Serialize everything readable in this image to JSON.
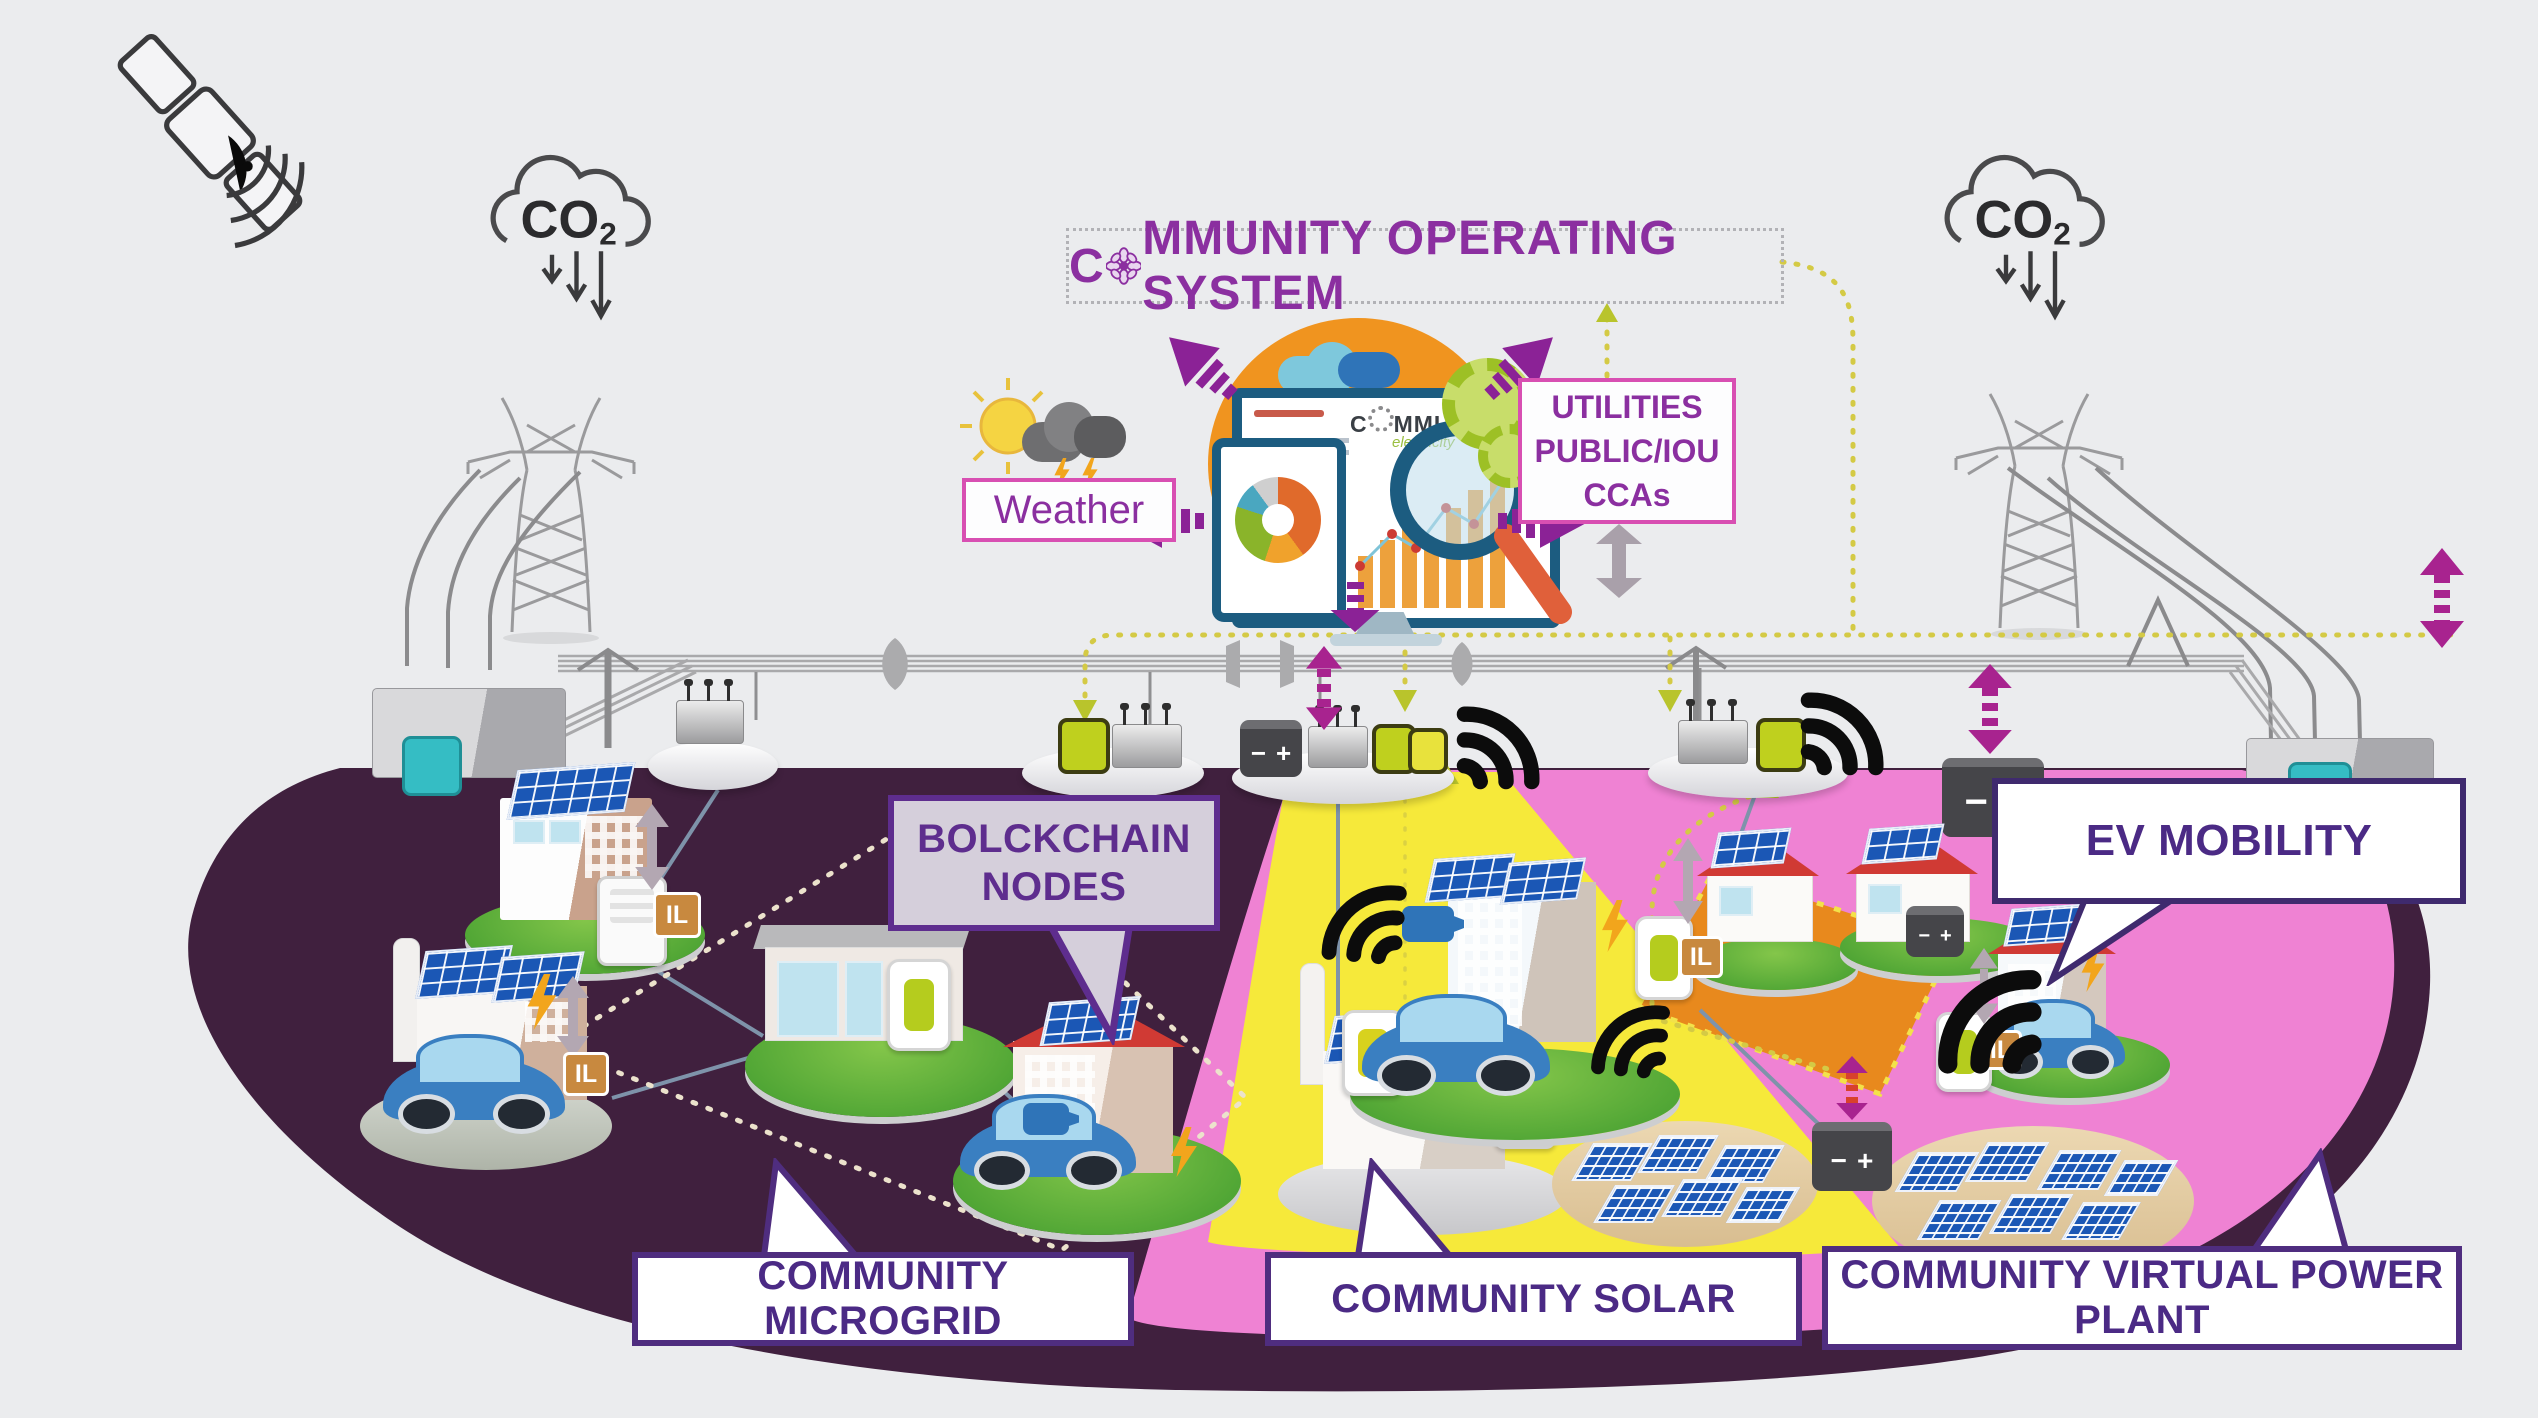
{
  "colors": {
    "background": "#ebecee",
    "microgrid_zone": "#40203e",
    "solar_zone": "#f6e93a",
    "vpp_zone": "#ef82d3",
    "orange_patch": "#e8891d",
    "title_purple": "#8b2fa0",
    "label_purple": "#4b2a85",
    "magenta_arrow": "#a8238f",
    "olive_dash": "#d4ca45",
    "node_green": "#bfd01e",
    "teal": "#35bdc4",
    "hub_orange": "#f0941f"
  },
  "header": {
    "title_pre": "C",
    "title_rest": "MMUNITY OPERATING SYSTEM"
  },
  "hub": {
    "monitor_title_pre": "C",
    "monitor_title_rest": "MMUNITY",
    "monitor_subtitle": "electricity"
  },
  "boxes": {
    "weather": "Weather",
    "utilities_line1": "UTILITIES",
    "utilities_line2": "PUBLIC/IOU",
    "utilities_line3": "CCAs"
  },
  "labels": {
    "blockchain_line1": "BOLCKCHAIN",
    "blockchain_line2": "NODES",
    "ev": "EV MOBILITY",
    "microgrid": "COMMUNITY MICROGRID",
    "solar": "COMMUNITY SOLAR",
    "vpp": "COMMUNITY VIRTUAL POWER PLANT"
  },
  "icons": {
    "co2_main": "CO",
    "co2_sub": "2",
    "il_tag": "IL",
    "battery_minus": "−",
    "battery_plus": "+"
  }
}
